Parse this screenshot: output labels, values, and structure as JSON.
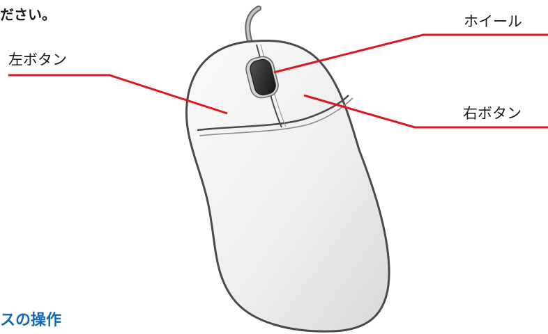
{
  "fragments": {
    "top": "ださい。",
    "bottom": "スの操作"
  },
  "labels": {
    "left_button": "左ボタン",
    "wheel": "ホイール",
    "right_button": "右ボタン"
  },
  "colors": {
    "leader_line": "#e0161f",
    "mouse_outline": "#4a4a4a",
    "mouse_body": "#f1f1f1",
    "wheel": "#2a2a2a",
    "cable": "#8c8c8c",
    "fragment_bottom": "#1469b4"
  },
  "icons": {
    "device": "computer-mouse-illustration"
  }
}
